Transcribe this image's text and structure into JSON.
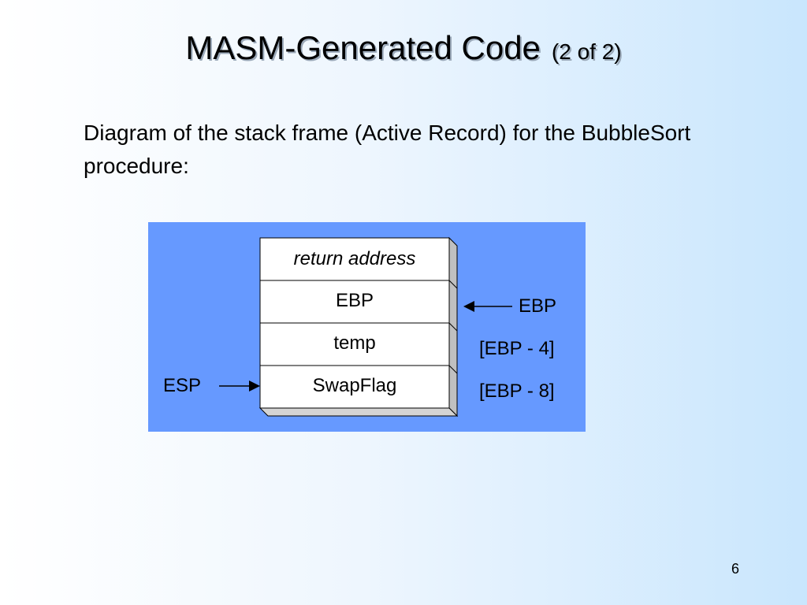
{
  "slide": {
    "title": "MASM-Generated Code",
    "title_suffix": "(2 of 2)",
    "intro": "Diagram of the stack frame (Active Record) for the BubbleSort procedure:",
    "page_number": "6"
  },
  "diagram": {
    "cells": [
      {
        "label": "return address"
      },
      {
        "label": "EBP"
      },
      {
        "label": "temp"
      },
      {
        "label": "SwapFlag"
      }
    ],
    "ebp_pointer_label": "EBP",
    "offset_labels": [
      "[EBP - 4]",
      "[EBP - 8]"
    ],
    "esp_pointer_label": "ESP",
    "colors": {
      "panel": "#6699ff",
      "cell_face": "#ffffff",
      "cell_side": "#c0c0c0",
      "cell_bottom": "#d4d4d4"
    }
  }
}
